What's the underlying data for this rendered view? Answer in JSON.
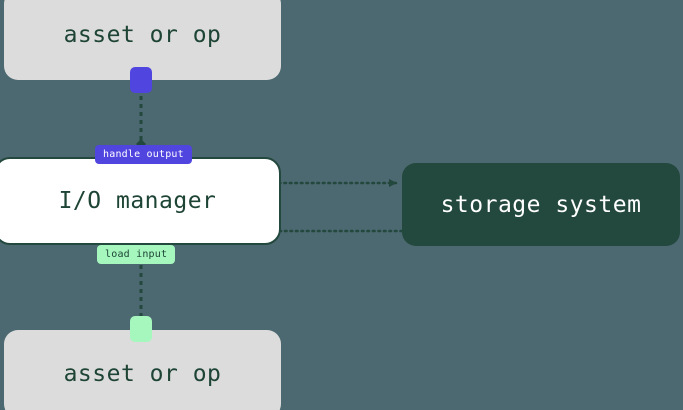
{
  "diagram": {
    "title": "io-manager-dataflow",
    "background_color": "#4c6870",
    "nodes": {
      "asset_top": {
        "label": "asset or op",
        "fill": "#dcdcdc",
        "text_color": "#1d4434"
      },
      "io_manager": {
        "label": "I/O manager",
        "fill": "#ffffff",
        "border_color": "#23483d",
        "text_color": "#1d4434"
      },
      "storage_system": {
        "label": "storage system",
        "fill": "#23483d",
        "text_color": "#ffffff"
      },
      "asset_bottom": {
        "label": "asset or op",
        "fill": "#dcdcdc",
        "text_color": "#1d4434"
      }
    },
    "ports": {
      "output_port": {
        "name": "output-port",
        "color": "#5145e0"
      },
      "input_port": {
        "name": "input-port",
        "color": "#a5f7be"
      }
    },
    "edges": [
      {
        "id": "handle-output",
        "label": "handle output",
        "from": "asset_top",
        "to": "io_manager",
        "label_fill": "#5145e0",
        "label_text_color": "#ffffff"
      },
      {
        "id": "io-to-storage",
        "label": "",
        "from": "io_manager",
        "to": "storage_system"
      },
      {
        "id": "storage-to-io",
        "label": "",
        "from": "storage_system",
        "to": "io_manager"
      },
      {
        "id": "load-input",
        "label": "load input",
        "from": "io_manager",
        "to": "asset_bottom",
        "label_fill": "#a5f7be",
        "label_text_color": "#1d4434"
      }
    ],
    "edge_color": "#23483d"
  }
}
